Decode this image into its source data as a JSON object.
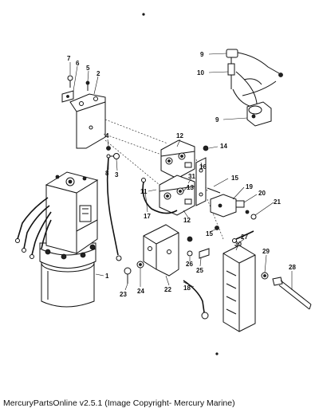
{
  "caption": "MercuryPartsOnline v2.5.1 (Image Copyright- Mercury Marine)",
  "callouts": [
    {
      "id": "c1",
      "text": "1"
    },
    {
      "id": "c2",
      "text": "2"
    },
    {
      "id": "c3",
      "text": "3"
    },
    {
      "id": "c4",
      "text": "4"
    },
    {
      "id": "c5",
      "text": "5"
    },
    {
      "id": "c6",
      "text": "6"
    },
    {
      "id": "c7",
      "text": "7"
    },
    {
      "id": "c8",
      "text": "8"
    },
    {
      "id": "c9a",
      "text": "9"
    },
    {
      "id": "c9b",
      "text": "9"
    },
    {
      "id": "c10",
      "text": "10"
    },
    {
      "id": "c11",
      "text": "11"
    },
    {
      "id": "c12a",
      "text": "12"
    },
    {
      "id": "c12b",
      "text": "12"
    },
    {
      "id": "c13",
      "text": "13"
    },
    {
      "id": "c14",
      "text": "14"
    },
    {
      "id": "c15a",
      "text": "15"
    },
    {
      "id": "c15b",
      "text": "15"
    },
    {
      "id": "c16",
      "text": "16"
    },
    {
      "id": "c17",
      "text": "17"
    },
    {
      "id": "c18",
      "text": "18"
    },
    {
      "id": "c19",
      "text": "19"
    },
    {
      "id": "c20",
      "text": "20"
    },
    {
      "id": "c21",
      "text": "21"
    },
    {
      "id": "c22",
      "text": "22"
    },
    {
      "id": "c23",
      "text": "23"
    },
    {
      "id": "c24",
      "text": "24"
    },
    {
      "id": "c25",
      "text": "25"
    },
    {
      "id": "c26",
      "text": "26"
    },
    {
      "id": "c27",
      "text": "27"
    },
    {
      "id": "c28",
      "text": "28"
    },
    {
      "id": "c29",
      "text": "29"
    },
    {
      "id": "c30",
      "text": "30"
    },
    {
      "id": "c31",
      "text": "31"
    }
  ]
}
